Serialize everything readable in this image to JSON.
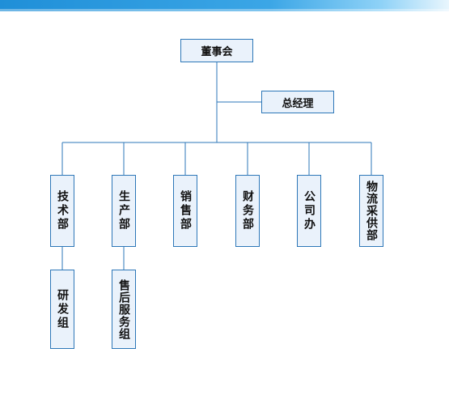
{
  "org_chart": {
    "board": "董事会",
    "general_manager": "总经理",
    "departments": [
      {
        "name": "技术部",
        "sub": "研发组"
      },
      {
        "name": "生产部",
        "sub": "售后服务组"
      },
      {
        "name": "销售部"
      },
      {
        "name": "财务部"
      },
      {
        "name": "公司办"
      },
      {
        "name": "物流采供部"
      }
    ]
  },
  "colors": {
    "line": "#2d77b8",
    "box_fill": "#eaf2fb",
    "top_bar": "#1f8fd8"
  }
}
